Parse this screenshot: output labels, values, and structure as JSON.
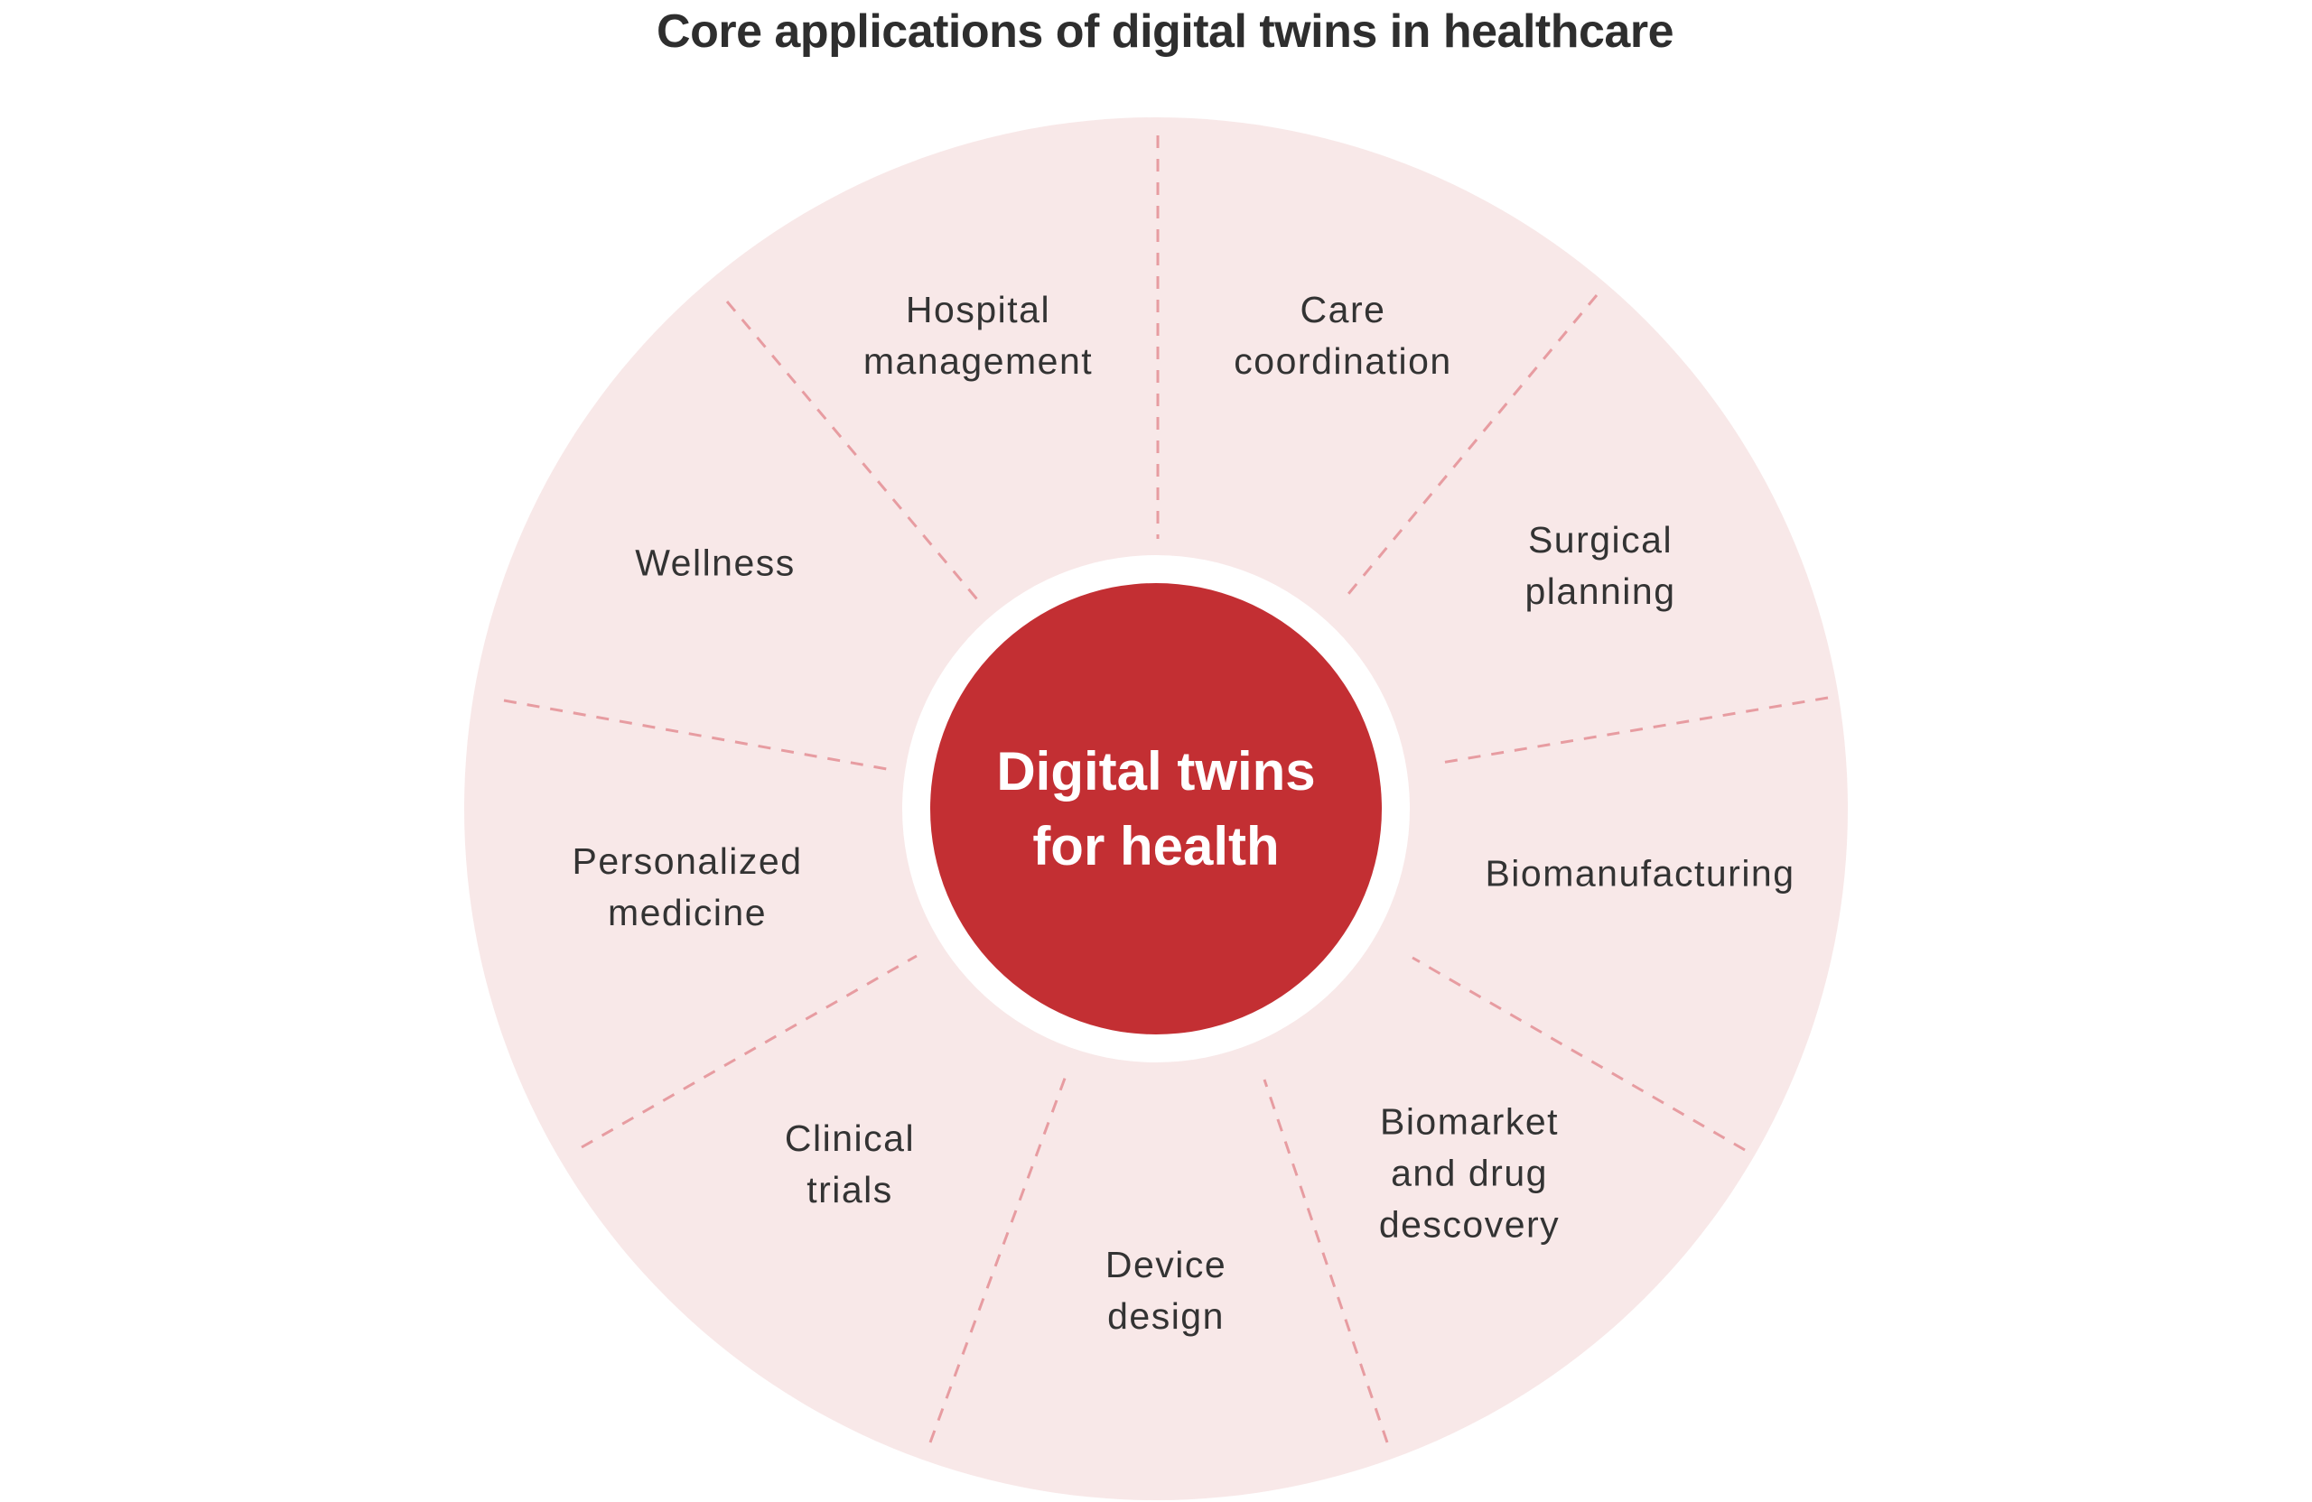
{
  "title": "Core applications of digital twins in healthcare",
  "colors": {
    "outer_ring": "#f8e8e8",
    "separator_ring": "#ffffff",
    "center_fill": "#c32f33",
    "spoke": "#e79ca1",
    "label_text": "#333333",
    "center_text": "#ffffff",
    "title_text": "#2e2e2e"
  },
  "center": {
    "line1": "Digital twins",
    "line2": "for health"
  },
  "segments": [
    {
      "id": "hospital-management",
      "line1": "Hospital",
      "line2": "management"
    },
    {
      "id": "care-coordination",
      "line1": "Care",
      "line2": "coordination"
    },
    {
      "id": "surgical-planning",
      "line1": "Surgical",
      "line2": "planning"
    },
    {
      "id": "biomanufacturing",
      "line1": "Biomanufacturing"
    },
    {
      "id": "biomarket-drug-discovery",
      "line1": "Biomarket",
      "line2": "and drug",
      "line3": "descovery"
    },
    {
      "id": "device-design",
      "line1": "Device",
      "line2": "design"
    },
    {
      "id": "clinical-trials",
      "line1": "Clinical",
      "line2": "trials"
    },
    {
      "id": "personalized-medicine",
      "line1": "Personalized",
      "line2": "medicine"
    },
    {
      "id": "wellness",
      "line1": "Wellness"
    }
  ]
}
